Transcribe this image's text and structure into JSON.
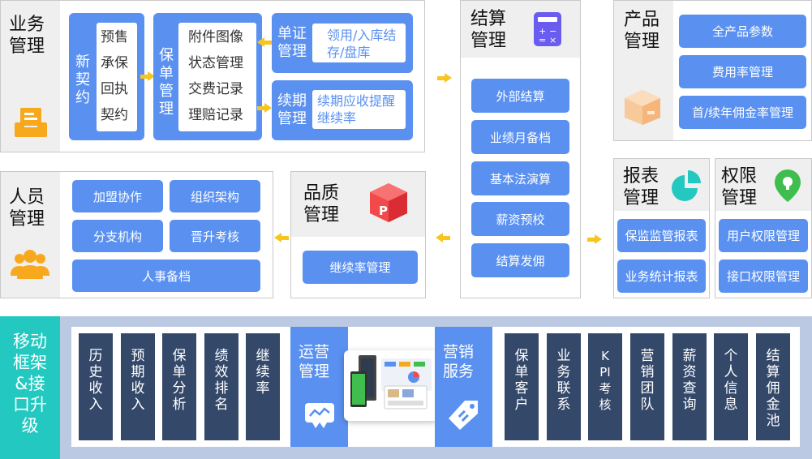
{
  "business": {
    "title": "业务管理",
    "new_contract": {
      "label": "新契约",
      "items": [
        "预售",
        "承保",
        "回执",
        "契约"
      ]
    },
    "policy": {
      "label": "保单管理",
      "items": [
        "附件图像",
        "状态管理",
        "交费记录",
        "理赔记录"
      ]
    },
    "cert": {
      "label": "单证管理",
      "text": "领用/入库结存/盘库"
    },
    "renewal": {
      "label": "续期管理",
      "text": "续期应收提醒继续率"
    }
  },
  "settlement": {
    "title": "结算管理",
    "items": [
      "外部结算",
      "业绩月备档",
      "基本法演算",
      "薪资预校",
      "结算发佣"
    ]
  },
  "product": {
    "title": "产品管理",
    "items": [
      "全产品参数",
      "费用率管理",
      "首/续年佣金率管理"
    ]
  },
  "personnel": {
    "title": "人员管理",
    "items": [
      "加盟协作",
      "组织架构",
      "分支机构",
      "晋升考核",
      "人事备档"
    ]
  },
  "quality": {
    "title": "品质管理",
    "items": [
      "继续率管理"
    ]
  },
  "report": {
    "title": "报表管理",
    "items": [
      "保监监管报表",
      "业务统计报表"
    ]
  },
  "permission": {
    "title": "权限管理",
    "items": [
      "用户权限管理",
      "接口权限管理"
    ]
  },
  "mobile": {
    "title": "移动框架&接口升级",
    "ops_items": [
      "历史收入",
      "预期收入",
      "保单分析",
      "绩效排名",
      "继续率"
    ],
    "ops_label": "运营管理",
    "mkt_label": "营销服务",
    "mkt_items": [
      "保单客户",
      "业务联系",
      "KPI考核",
      "营销团队",
      "薪资查询",
      "个人信息",
      "结算佣金池"
    ]
  },
  "colors": {
    "blue": "#5a91f1",
    "dark": "#34486a",
    "arrow": "#f7c51c",
    "teal": "#23c9c0",
    "lavender": "#bcc9e3"
  }
}
